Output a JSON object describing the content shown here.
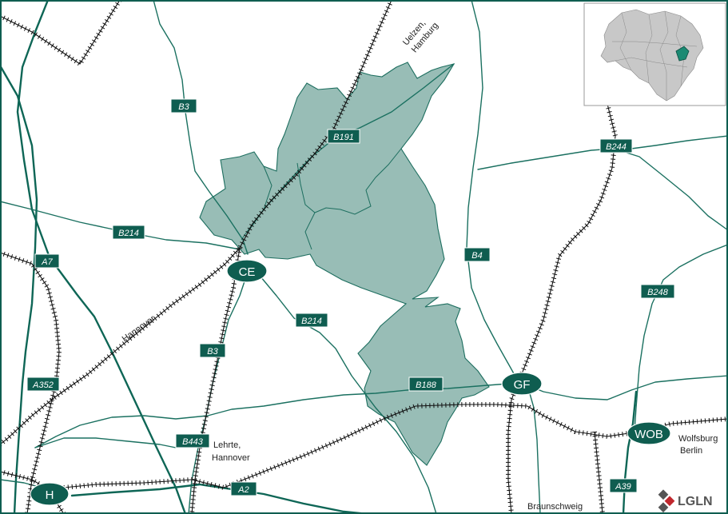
{
  "map": {
    "colors": {
      "border": "#0f5d50",
      "district_fill": "#98bdb6",
      "road": "#1a7060",
      "shield": "#0f5d50",
      "railway": "#111111",
      "locator_land": "#c8c8c8",
      "locator_mark": "#1b8a73"
    },
    "road_shields": [
      {
        "id": "b3-north",
        "label": "B3"
      },
      {
        "id": "b191",
        "label": "B191"
      },
      {
        "id": "b244",
        "label": "B244"
      },
      {
        "id": "b214-west",
        "label": "B214"
      },
      {
        "id": "a7",
        "label": "A7"
      },
      {
        "id": "b4",
        "label": "B4"
      },
      {
        "id": "b248",
        "label": "B248"
      },
      {
        "id": "b214-south",
        "label": "B214"
      },
      {
        "id": "b3-south",
        "label": "B3"
      },
      {
        "id": "a352",
        "label": "A352"
      },
      {
        "id": "b188",
        "label": "B188"
      },
      {
        "id": "b443",
        "label": "B443"
      },
      {
        "id": "a2",
        "label": "A2"
      },
      {
        "id": "a39",
        "label": "A39"
      }
    ],
    "cities": [
      {
        "id": "celle",
        "label": "CE"
      },
      {
        "id": "gifhorn",
        "label": "GF"
      },
      {
        "id": "wolfsburg",
        "label": "WOB"
      },
      {
        "id": "hannover",
        "label": "H"
      }
    ],
    "direction_labels": {
      "uelzen_line1": "Uelzen,",
      "uelzen_line2": "Hamburg",
      "hannover": "Hannover",
      "lehrte_line1": "Lehrte,",
      "lehrte_line2": "Hannover",
      "wolfsburg_line1": "Wolfsburg",
      "wolfsburg_line2": "Berlin",
      "braunschweig": "Braunschweig"
    },
    "logo_text": "LGLN",
    "locator_icon": "lower-saxony-locator-map"
  }
}
